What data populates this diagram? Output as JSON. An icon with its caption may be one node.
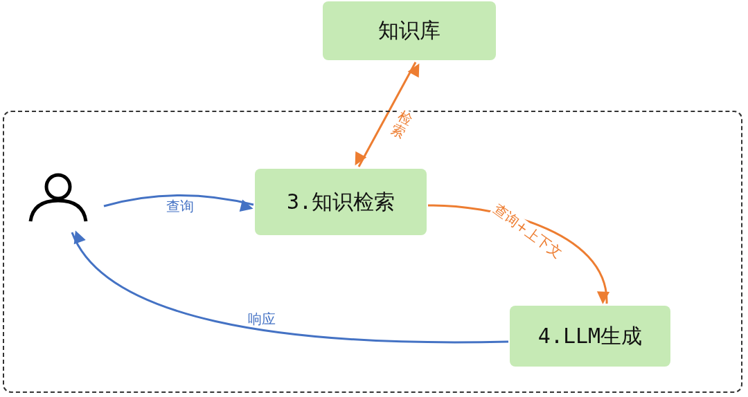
{
  "diagram": {
    "nodes": [
      {
        "text": [
          "知识库"
        ]
      },
      {
        "text": [],
        "shape": "box"
      },
      {
        "text": [],
        "shape": "person",
        "in": 1
      },
      {
        "text": [
          "3.知识检索"
        ],
        "in": 1
      },
      {
        "text": [
          "4.LLM生成"
        ],
        "in": 1
      }
    ],
    "edges": [
      {
        "from": 3,
        "to": 0,
        "arrow": "both",
        "label": "检索",
        "color": "#ed7d31"
      },
      {
        "from": 2,
        "to": 3,
        "arrow": "to",
        "label": "查询",
        "color": "#4472c4"
      },
      {
        "from": 3,
        "to": 4,
        "arrow": "to",
        "label": "查询+上下文",
        "color": "#ed7d31"
      },
      {
        "from": 4,
        "to": 2,
        "arrow": "to",
        "label": "响应",
        "color": "#4472c4"
      }
    ]
  }
}
